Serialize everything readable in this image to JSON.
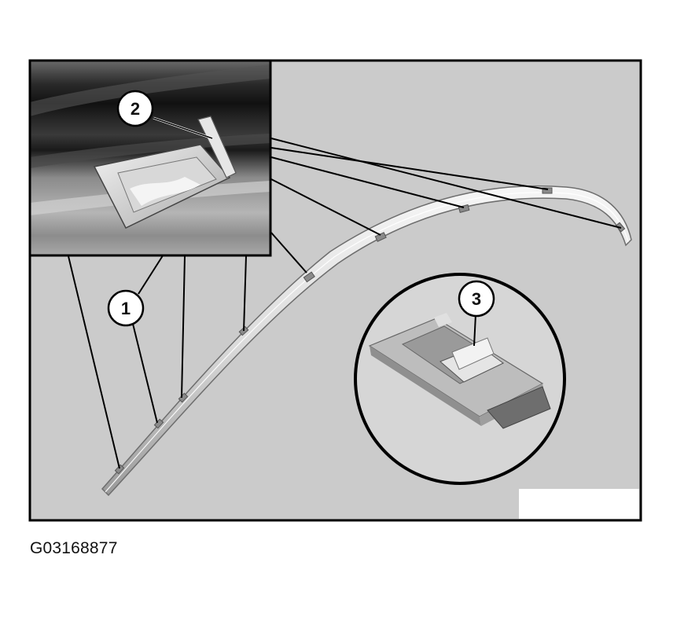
{
  "figure_id": "G03168877",
  "callouts": [
    {
      "number": "1"
    },
    {
      "number": "2"
    },
    {
      "number": "3"
    }
  ]
}
